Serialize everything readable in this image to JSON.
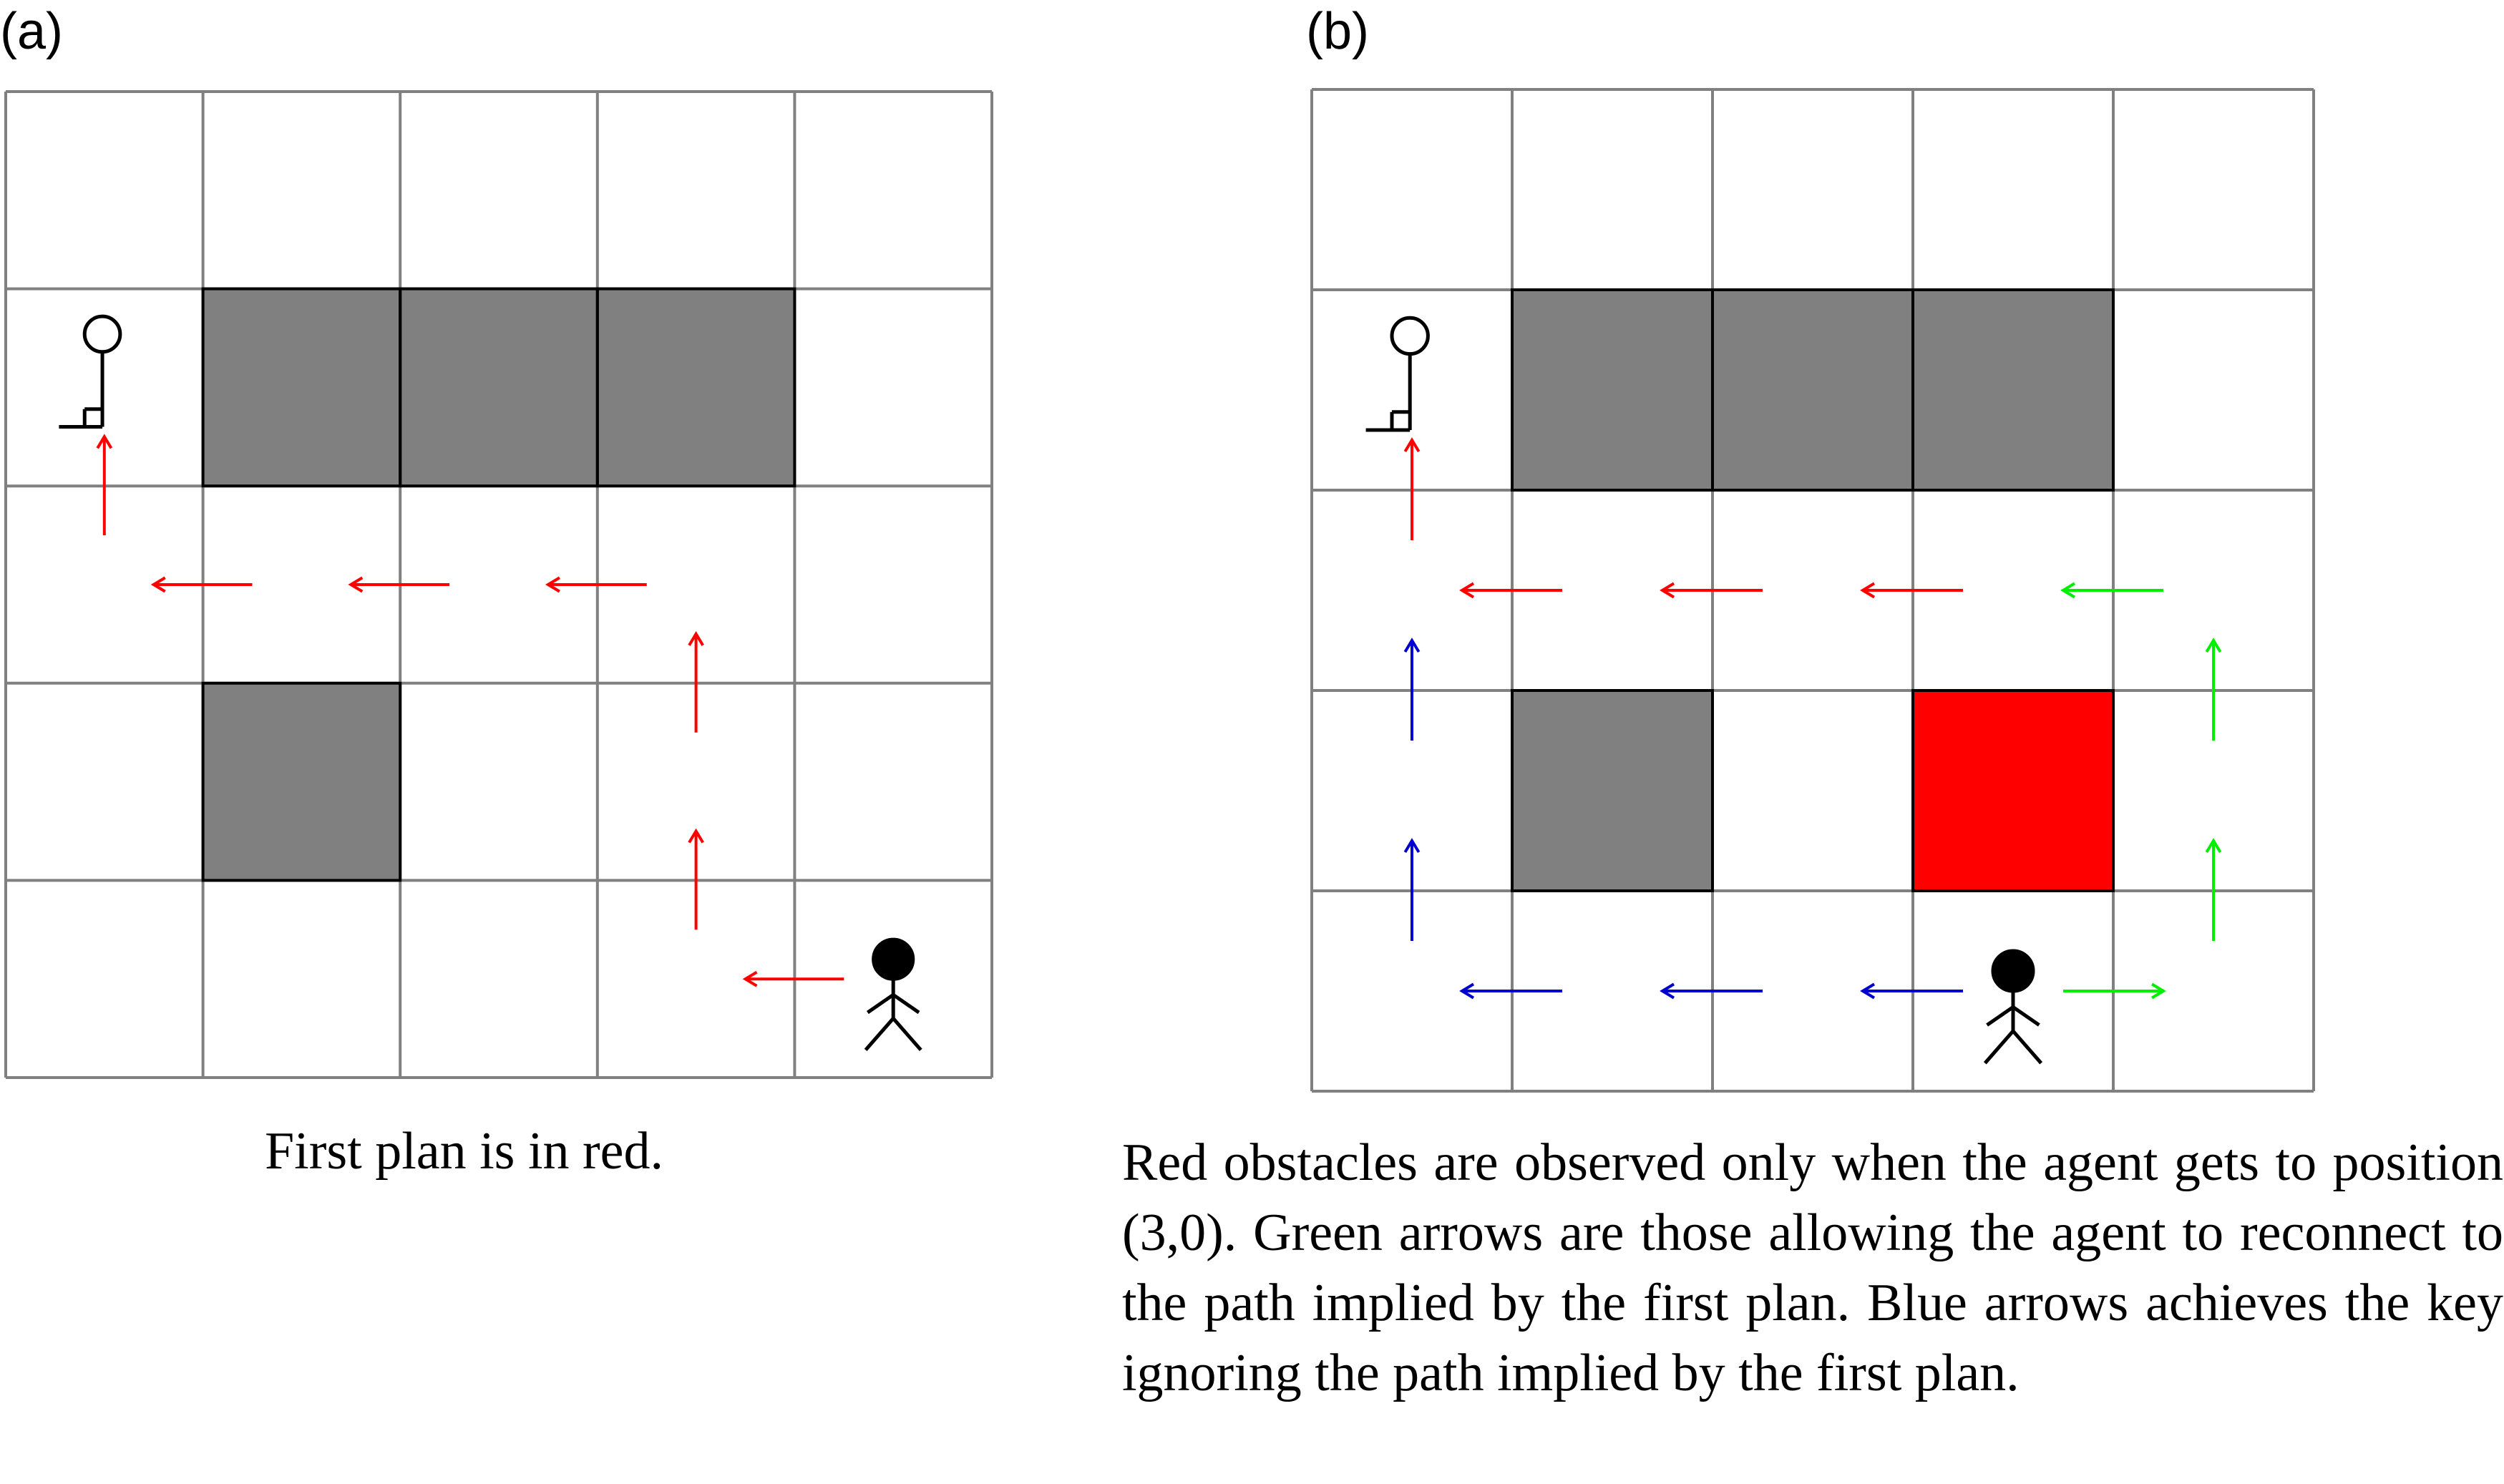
{
  "panels": [
    {
      "id": "a",
      "label": "(a)",
      "caption": "First plan is in red.",
      "grid": {
        "rows": 5,
        "cols": 5
      },
      "obstacles": [
        {
          "row": 1,
          "col": 1,
          "color": "#808080"
        },
        {
          "row": 1,
          "col": 2,
          "color": "#808080"
        },
        {
          "row": 1,
          "col": 3,
          "color": "#808080"
        },
        {
          "row": 3,
          "col": 1,
          "color": "#808080"
        }
      ],
      "key": {
        "row": 1,
        "col": 0
      },
      "agent": {
        "row": 4,
        "col": 4
      },
      "arrows": [
        {
          "from": [
            4,
            4
          ],
          "dir": "left",
          "color": "#ff0000"
        },
        {
          "from": [
            4,
            3
          ],
          "dir": "up",
          "color": "#ff0000"
        },
        {
          "from": [
            3,
            3
          ],
          "dir": "up",
          "color": "#ff0000"
        },
        {
          "from": [
            2,
            3
          ],
          "dir": "left",
          "color": "#ff0000"
        },
        {
          "from": [
            2,
            2
          ],
          "dir": "left",
          "color": "#ff0000"
        },
        {
          "from": [
            2,
            1
          ],
          "dir": "left",
          "color": "#ff0000"
        },
        {
          "from": [
            2,
            0
          ],
          "dir": "up",
          "color": "#ff0000"
        }
      ]
    },
    {
      "id": "b",
      "label": "(b)",
      "caption": "Red obstacles are observed only when the agent gets to position (3,0). Green arrows are those allowing the agent to reconnect to the path implied by the first plan. Blue arrows achieves the key ignoring the path implied by the first plan.",
      "grid": {
        "rows": 5,
        "cols": 5
      },
      "obstacles": [
        {
          "row": 1,
          "col": 1,
          "color": "#808080"
        },
        {
          "row": 1,
          "col": 2,
          "color": "#808080"
        },
        {
          "row": 1,
          "col": 3,
          "color": "#808080"
        },
        {
          "row": 3,
          "col": 1,
          "color": "#808080"
        },
        {
          "row": 3,
          "col": 3,
          "color": "#ff0000"
        }
      ],
      "key": {
        "row": 1,
        "col": 0
      },
      "agent": {
        "row": 4,
        "col": 3
      },
      "arrows": [
        {
          "from": [
            4,
            3
          ],
          "dir": "right",
          "color": "#00ee00"
        },
        {
          "from": [
            4,
            4
          ],
          "dir": "up",
          "color": "#00ee00"
        },
        {
          "from": [
            3,
            4
          ],
          "dir": "up",
          "color": "#00ee00"
        },
        {
          "from": [
            2,
            4
          ],
          "dir": "left",
          "color": "#00ee00"
        },
        {
          "from": [
            2,
            3
          ],
          "dir": "left",
          "color": "#ff0000"
        },
        {
          "from": [
            2,
            2
          ],
          "dir": "left",
          "color": "#ff0000"
        },
        {
          "from": [
            2,
            1
          ],
          "dir": "left",
          "color": "#ff0000"
        },
        {
          "from": [
            2,
            0
          ],
          "dir": "up",
          "color": "#ff0000"
        },
        {
          "from": [
            4,
            3
          ],
          "dir": "left",
          "color": "#0000cc"
        },
        {
          "from": [
            4,
            2
          ],
          "dir": "left",
          "color": "#0000cc"
        },
        {
          "from": [
            4,
            1
          ],
          "dir": "left",
          "color": "#0000cc"
        },
        {
          "from": [
            4,
            0
          ],
          "dir": "up",
          "color": "#0000cc"
        },
        {
          "from": [
            3,
            0
          ],
          "dir": "up",
          "color": "#0000cc"
        }
      ]
    }
  ]
}
